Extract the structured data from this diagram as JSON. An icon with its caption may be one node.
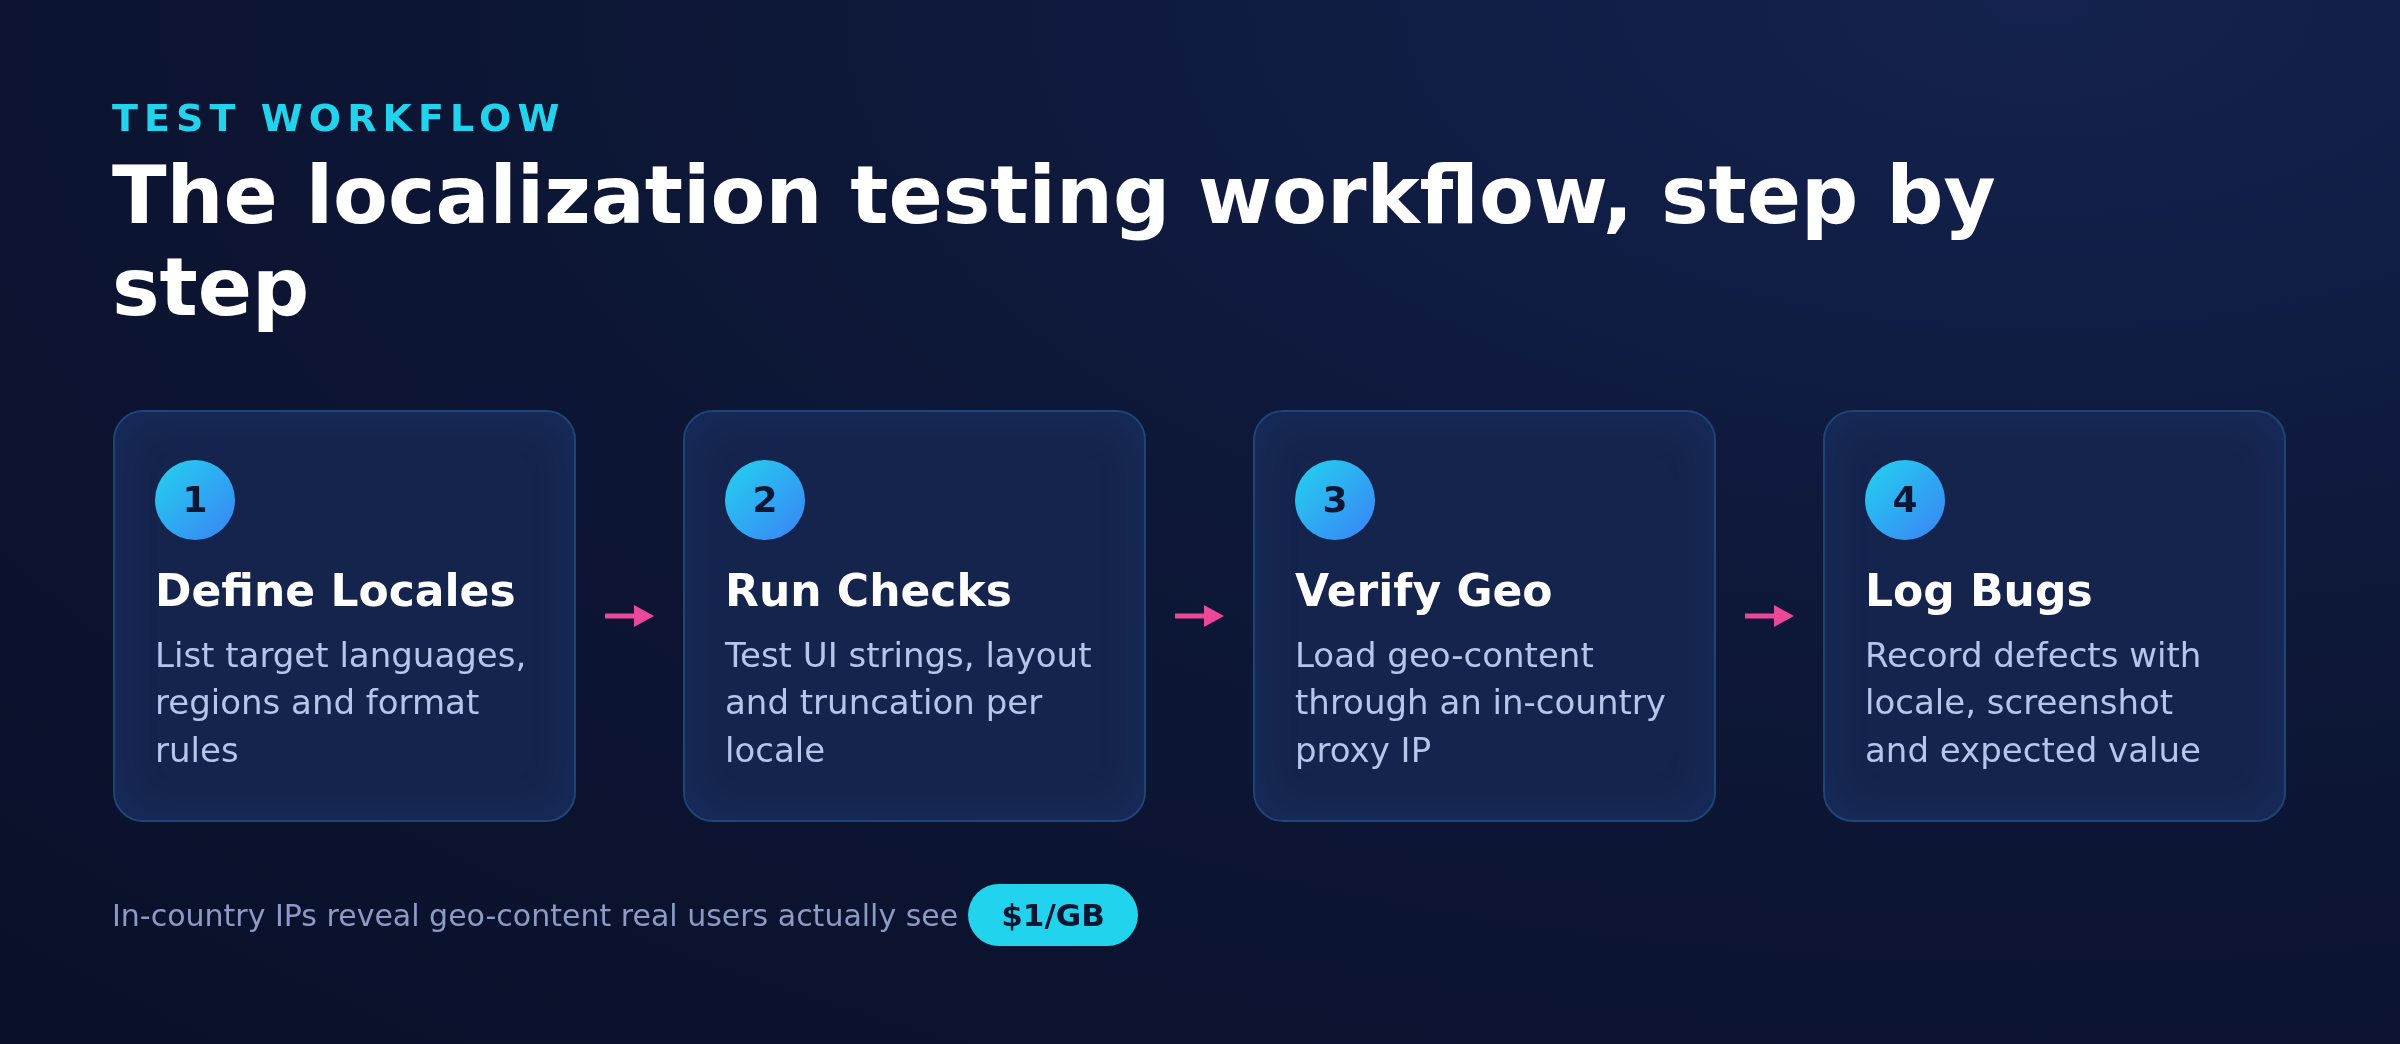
{
  "diagram": {
    "title": "The localization testing workflow, step by step",
    "nodes": [
      {
        "text": [
          "1",
          "Define Locales",
          "List target languages, regions and format rules"
        ]
      },
      {
        "text": [
          "2",
          "Run Checks",
          "Test UI strings, layout and truncation per locale"
        ]
      },
      {
        "text": [
          "3",
          "Verify Geo",
          "Load geo-content through an in-country proxy IP"
        ]
      },
      {
        "text": [
          "4",
          "Log Bugs",
          "Record defects with locale, screenshot and expected value"
        ]
      }
    ],
    "edges": [
      {
        "from": 0,
        "to": 1,
        "arrow": "to"
      },
      {
        "from": 1,
        "to": 2,
        "arrow": "to"
      },
      {
        "from": 2,
        "to": 3,
        "arrow": "to"
      }
    ],
    "labels": [
      "TEST WORKFLOW",
      "In-country IPs reveal geo-content real users actually see",
      "$1/GB"
    ]
  }
}
